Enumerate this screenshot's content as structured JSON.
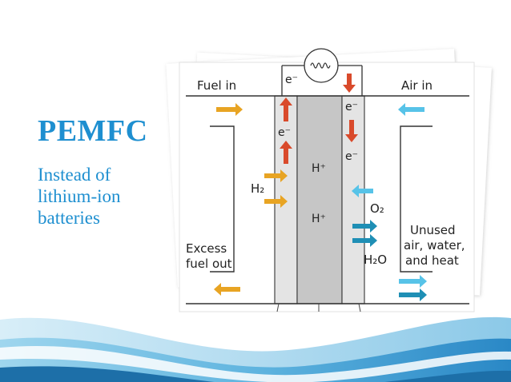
{
  "slide": {
    "title": "PEMFC",
    "subtitle_lines": [
      "Instead of",
      "lithium-ion",
      "batteries"
    ]
  },
  "diagram": {
    "labels": {
      "fuel_in": "Fuel in",
      "air_in": "Air in",
      "e_top_left": "e⁻",
      "e_top_right": "e⁻",
      "e_left": "e⁻",
      "e_right": "e⁻",
      "hplus_top": "H⁺",
      "hplus_bottom": "H⁺",
      "h2": "H₂",
      "o2": "O₂",
      "h2o": "H₂O",
      "excess_line1": "Excess",
      "excess_line2": "fuel out",
      "unused_line1": "Unused",
      "unused_line2": "air, water,",
      "unused_line3": "and heat"
    },
    "colors": {
      "fuel_arrow": "#e8a423",
      "electron_arrow": "#d94a2b",
      "oxygen_arrow": "#57c3e8",
      "water_arrow": "#1f8fb5",
      "electrode": "#e4e4e4",
      "membrane": "#c6c6c6",
      "title_blue": "#1e8fd0"
    }
  }
}
